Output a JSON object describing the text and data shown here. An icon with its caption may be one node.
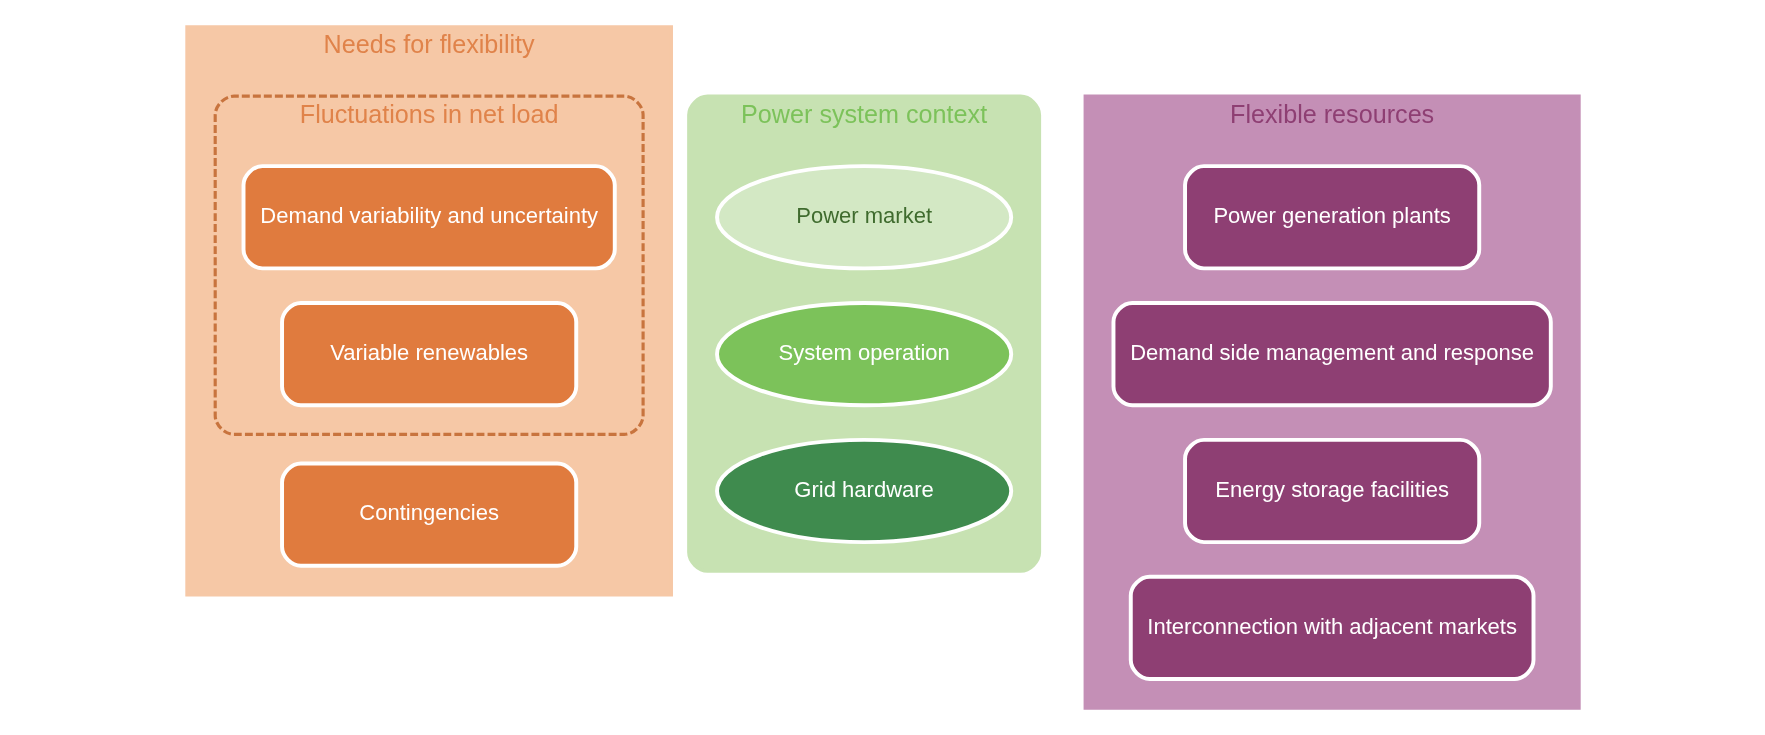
{
  "diagram": {
    "nodes": [
      {
        "text": [
          "Needs for flexibility"
        ]
      },
      {
        "text": [
          "Fluctuations in net load"
        ],
        "in": 0
      },
      {
        "text": [
          "Demand variability and uncertainty"
        ],
        "in": 1
      },
      {
        "text": [
          "Variable renewables"
        ],
        "in": 1
      },
      {
        "text": [
          "Contingencies"
        ],
        "in": 0
      },
      {
        "text": [
          "Power system context"
        ]
      },
      {
        "text": [
          "Power market"
        ],
        "in": 5
      },
      {
        "text": [
          "System operation"
        ],
        "in": 5
      },
      {
        "text": [
          "Grid hardware"
        ],
        "in": 5
      },
      {
        "text": [
          "Flexible resources"
        ]
      },
      {
        "text": [
          "Power generation plants"
        ],
        "in": 9
      },
      {
        "text": [
          "Demand side management and response"
        ],
        "in": 9
      },
      {
        "text": [
          "Energy storage facilities"
        ],
        "in": 9
      },
      {
        "text": [
          "Interconnection with adjacent markets"
        ],
        "in": 9
      }
    ],
    "edges": []
  }
}
